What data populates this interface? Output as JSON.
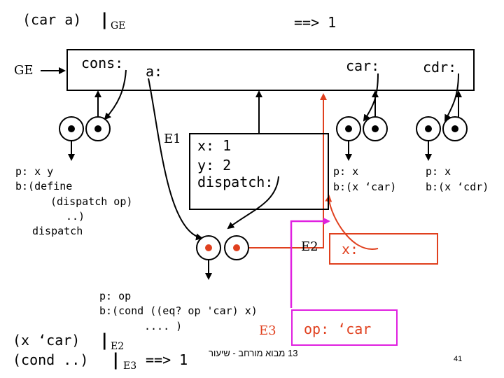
{
  "header": {
    "expr": "(car a)",
    "bar": "|",
    "env": "GE",
    "result": "==> 1"
  },
  "global_env": {
    "label": "GE",
    "bindings": {
      "cons": "cons:",
      "a": "a:",
      "car": "car:",
      "cdr": "cdr:"
    }
  },
  "proc_cons": {
    "params": "p: x y",
    "body_lines": [
      "b:(define",
      "(dispatch op)",
      "..)",
      "dispatch"
    ]
  },
  "env_e1": {
    "label": "E1",
    "lines": [
      "x: 1",
      "y: 2",
      "dispatch:"
    ]
  },
  "proc_car": {
    "params": "p: x",
    "body": "b:(x ‘car)"
  },
  "proc_cdr": {
    "params": "p: x",
    "body": "b:(x ‘cdr)"
  },
  "env_e2": {
    "label": "E2",
    "binding": "x:"
  },
  "proc_dispatch": {
    "params": "p: op",
    "body_lines": [
      "b:(cond ((eq? op 'car) x)",
      ".... )"
    ]
  },
  "env_e3": {
    "label": "E3",
    "binding": "op: ‘car"
  },
  "footer": {
    "line1_expr": "(x ‘car)",
    "line1_env": "E2",
    "line2_expr": "(cond ..)",
    "line2_env": "E3",
    "line2_result": "==> 1",
    "bar": "|",
    "course": "13 מבוא מורחב - שיעור",
    "page_number": "41"
  },
  "colors": {
    "red": "#e0401e",
    "magenta": "#e020e0",
    "black": "#000000"
  }
}
